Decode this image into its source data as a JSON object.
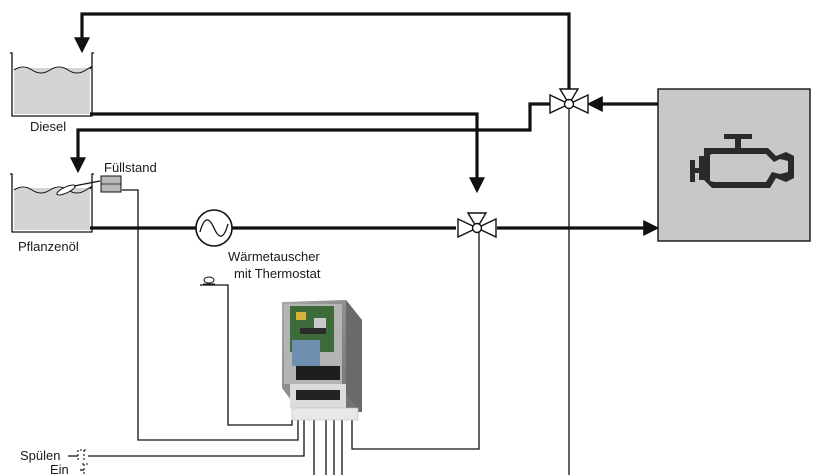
{
  "labels": {
    "diesel": "Diesel",
    "pflanzenoel": "Pflanzenöl",
    "fuellstand": "Füllstand",
    "waermetauscher_line1": "Wärmetauscher",
    "waermetauscher_line2": "mit Thermostat",
    "spuelen": "Spülen",
    "ein": "Ein"
  },
  "components": {
    "diesel_tank": "tank",
    "plant_oil_tank": "tank",
    "level_sensor": "level-sensor",
    "heat_exchanger": "heat-exchanger",
    "thermostat": "thermostat",
    "control_unit": "control-unit",
    "valve_top": "three-way-valve",
    "valve_bottom": "three-way-valve",
    "engine": "engine"
  },
  "icons": {
    "engine": "engine-icon",
    "tank": "tank-icon",
    "valve": "valve-icon",
    "heat_exchanger": "sine-wave-icon",
    "switch": "switch-icon"
  },
  "colors": {
    "line": "#111111",
    "tank_fill": "#d4d4d4",
    "engine_box": "#c8c8c8",
    "engine_icon": "#2a2a2a",
    "sensor_fill": "#b8b8b8",
    "control_unit_body": "#8c8c8c"
  }
}
